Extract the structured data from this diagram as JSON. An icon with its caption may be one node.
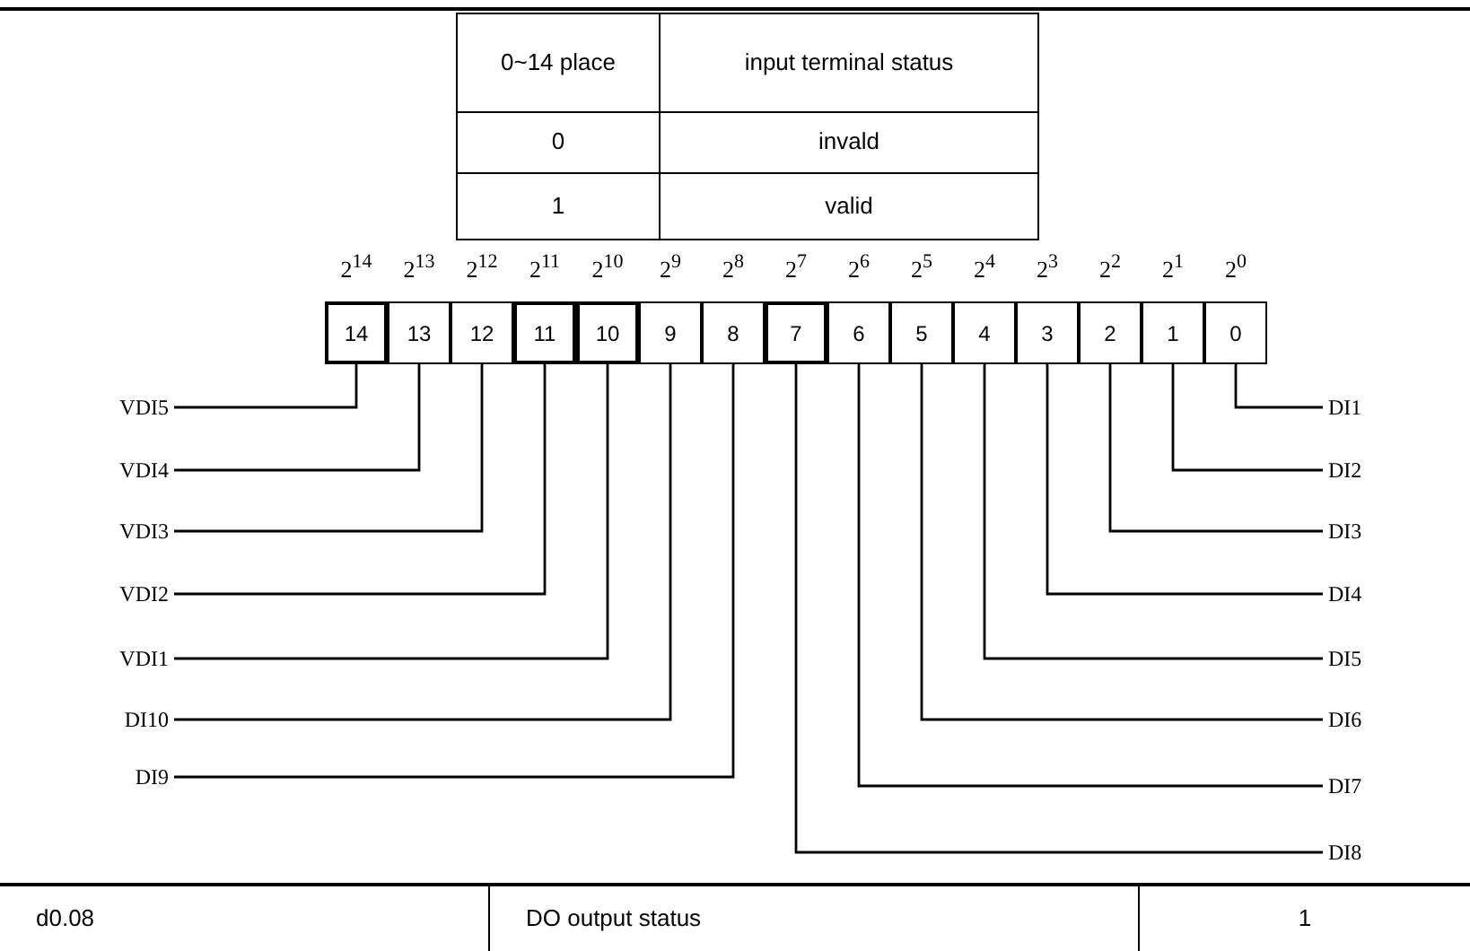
{
  "diagram": {
    "nodes": [
      {
        "text": [
          "14"
        ]
      },
      {
        "text": [
          "13"
        ]
      },
      {
        "text": [
          "12"
        ]
      },
      {
        "text": [
          "11"
        ]
      },
      {
        "text": [
          "10"
        ]
      },
      {
        "text": [
          "9"
        ]
      },
      {
        "text": [
          "8"
        ]
      },
      {
        "text": [
          "7"
        ]
      },
      {
        "text": [
          "6"
        ]
      },
      {
        "text": [
          "5"
        ]
      },
      {
        "text": [
          "4"
        ]
      },
      {
        "text": [
          "3"
        ]
      },
      {
        "text": [
          "2"
        ]
      },
      {
        "text": [
          "1"
        ]
      },
      {
        "text": [
          "0"
        ]
      },
      {
        "text": [
          "VDI5"
        ]
      },
      {
        "text": [
          "VDI4"
        ]
      },
      {
        "text": [
          "VDI3"
        ]
      },
      {
        "text": [
          "VDI2"
        ]
      },
      {
        "text": [
          "VDI1"
        ]
      },
      {
        "text": [
          "DI10"
        ]
      },
      {
        "text": [
          "DI9"
        ]
      },
      {
        "text": [
          "DI1"
        ]
      },
      {
        "text": [
          "DI2"
        ]
      },
      {
        "text": [
          "DI3"
        ]
      },
      {
        "text": [
          "DI4"
        ]
      },
      {
        "text": [
          "DI5"
        ]
      },
      {
        "text": [
          "DI6"
        ]
      },
      {
        "text": [
          "DI7"
        ]
      },
      {
        "text": [
          "DI8"
        ]
      }
    ],
    "edges": [
      {
        "from": 15,
        "to": 0,
        "arrow": "none"
      },
      {
        "from": 16,
        "to": 1,
        "arrow": "none"
      },
      {
        "from": 17,
        "to": 2,
        "arrow": "none"
      },
      {
        "from": 18,
        "to": 3,
        "arrow": "none"
      },
      {
        "from": 19,
        "to": 4,
        "arrow": "none"
      },
      {
        "from": 20,
        "to": 5,
        "arrow": "none"
      },
      {
        "from": 21,
        "to": 6,
        "arrow": "none"
      },
      {
        "from": 22,
        "to": 14,
        "arrow": "none"
      },
      {
        "from": 23,
        "to": 13,
        "arrow": "none"
      },
      {
        "from": 24,
        "to": 12,
        "arrow": "none"
      },
      {
        "from": 25,
        "to": 11,
        "arrow": "none"
      },
      {
        "from": 26,
        "to": 10,
        "arrow": "none"
      },
      {
        "from": 27,
        "to": 9,
        "arrow": "none"
      },
      {
        "from": 28,
        "to": 8,
        "arrow": "none"
      },
      {
        "from": 29,
        "to": 7,
        "arrow": "none"
      }
    ],
    "labels": [
      "0~14 place",
      "input terminal status",
      "0",
      "invald",
      "1",
      "valid",
      "2$^{14}$",
      "2$^{13}$",
      "2$^{12}$",
      "2$^{11}$",
      "2$^{10}$",
      "2$^{9}$",
      "2$^{8}$",
      "2$^{7}$",
      "2$^{6}$",
      "2$^{5}$",
      "2$^{4}$",
      "2$^{3}$",
      "2$^{2}$",
      "2$^{1}$",
      "2$^{0}$",
      "d0.08",
      "DO output status",
      "1"
    ]
  }
}
